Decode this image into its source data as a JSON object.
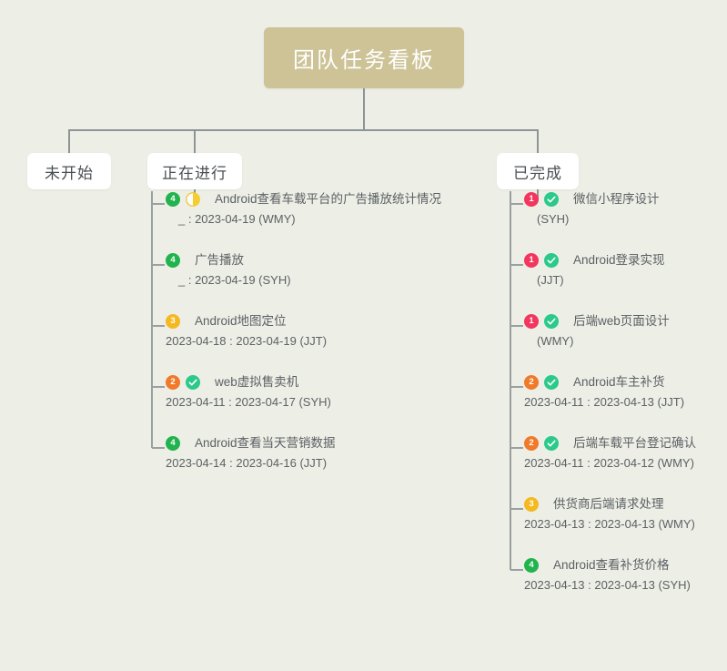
{
  "board": {
    "title": "团队任务看板",
    "root_color": "#cdc396",
    "background": "#edeee6"
  },
  "columns": [
    {
      "id": "not-started",
      "label": "未开始",
      "tasks": []
    },
    {
      "id": "in-progress",
      "label": "正在进行",
      "tasks": [
        {
          "priority": "4",
          "priority_color": "#21b34e",
          "state_icon": "half-circle-icon",
          "title": "Android查看车载平台的广告播放统计情况",
          "dates": "_ : 2023-04-19 (WMY)",
          "dates_indent": true
        },
        {
          "priority": "4",
          "priority_color": "#21b34e",
          "state_icon": "none",
          "title": "广告播放",
          "dates": "_ : 2023-04-19 (SYH)",
          "dates_indent": true
        },
        {
          "priority": "3",
          "priority_color": "#f5b920",
          "state_icon": "none",
          "title": "Android地图定位",
          "dates": "2023-04-18 : 2023-04-19 (JJT)",
          "dates_indent": false
        },
        {
          "priority": "2",
          "priority_color": "#f07a2a",
          "state_icon": "check-circle-icon",
          "title": "web虚拟售卖机",
          "dates": "2023-04-11 : 2023-04-17 (SYH)",
          "dates_indent": false
        },
        {
          "priority": "4",
          "priority_color": "#21b34e",
          "state_icon": "none",
          "title": "Android查看当天营销数据",
          "dates": "2023-04-14 : 2023-04-16 (JJT)",
          "dates_indent": false
        }
      ]
    },
    {
      "id": "completed",
      "label": "已完成",
      "tasks": [
        {
          "priority": "1",
          "priority_color": "#f2365d",
          "state_icon": "check-circle-icon",
          "title": "微信小程序设计",
          "dates": "(SYH)",
          "dates_indent": true
        },
        {
          "priority": "1",
          "priority_color": "#f2365d",
          "state_icon": "check-circle-icon",
          "title": "Android登录实现",
          "dates": "(JJT)",
          "dates_indent": true
        },
        {
          "priority": "1",
          "priority_color": "#f2365d",
          "state_icon": "check-circle-icon",
          "title": "后端web页面设计",
          "dates": "(WMY)",
          "dates_indent": true
        },
        {
          "priority": "2",
          "priority_color": "#f07a2a",
          "state_icon": "check-circle-icon",
          "title": "Android车主补货",
          "dates": "2023-04-11 : 2023-04-13 (JJT)",
          "dates_indent": false
        },
        {
          "priority": "2",
          "priority_color": "#f07a2a",
          "state_icon": "check-circle-icon",
          "title": "后端车载平台登记确认",
          "dates": "2023-04-11 : 2023-04-12 (WMY)",
          "dates_indent": false
        },
        {
          "priority": "3",
          "priority_color": "#f5b920",
          "state_icon": "none",
          "title": "供货商后端请求处理",
          "dates": "2023-04-13 : 2023-04-13 (WMY)",
          "dates_indent": false
        },
        {
          "priority": "4",
          "priority_color": "#21b34e",
          "state_icon": "none",
          "title": "Android查看补货价格",
          "dates": "2023-04-13 : 2023-04-13 (SYH)",
          "dates_indent": false
        }
      ]
    }
  ],
  "legend": {
    "state_done": "check-circle-icon",
    "state_in_progress": "half-circle-icon",
    "connector_color": "#8d9496"
  }
}
